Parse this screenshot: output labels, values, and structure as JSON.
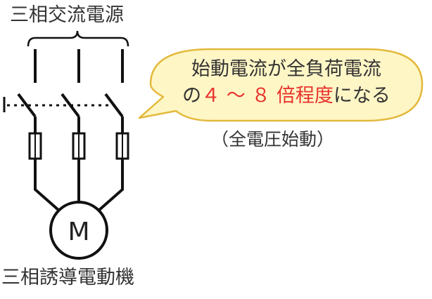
{
  "labels": {
    "source": "三相交流電源",
    "motor": "三相誘導電動機",
    "motor_symbol": "M",
    "note": "（全電圧始動）"
  },
  "callout": {
    "line1": "始動電流が全負荷電流",
    "line2_prefix": "の",
    "line2_highlight": "４ ～ ８ 倍程度",
    "line2_suffix": "になる"
  },
  "colors": {
    "line": "#111111",
    "bubble_fill": "#fff6c6",
    "bubble_stroke": "#e3b93b",
    "highlight": "#e8322d"
  }
}
